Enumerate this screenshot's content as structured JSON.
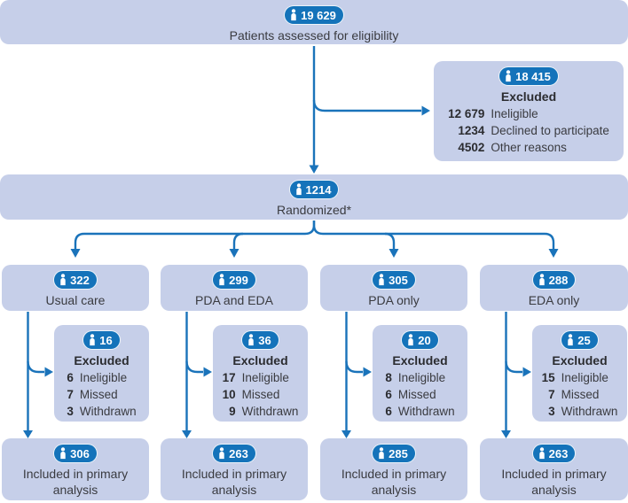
{
  "palette": {
    "box_fill": "#c6cfe9",
    "accent_blue": "#1473ba",
    "text": "#3a3b40"
  },
  "top_box": {
    "count": "19 629",
    "label": "Patients assessed for eligibility"
  },
  "excluded_top": {
    "count": "18 415",
    "title": "Excluded",
    "rows": [
      {
        "n": "12 679",
        "reason": "Ineligible"
      },
      {
        "n": "1234",
        "reason": "Declined to participate"
      },
      {
        "n": "4502",
        "reason": "Other reasons"
      }
    ]
  },
  "randomized": {
    "count": "1214",
    "label": "Randomized*"
  },
  "arms": [
    {
      "count": "322",
      "label": "Usual care",
      "excluded": {
        "count": "16",
        "title": "Excluded",
        "rows": [
          {
            "n": "6",
            "reason": "Ineligible"
          },
          {
            "n": "7",
            "reason": "Missed"
          },
          {
            "n": "3",
            "reason": "Withdrawn"
          }
        ]
      },
      "included": {
        "count": "306",
        "label": "Included in primary analysis"
      }
    },
    {
      "count": "299",
      "label": "PDA and EDA",
      "excluded": {
        "count": "36",
        "title": "Excluded",
        "rows": [
          {
            "n": "17",
            "reason": "Ineligible"
          },
          {
            "n": "10",
            "reason": "Missed"
          },
          {
            "n": "9",
            "reason": "Withdrawn"
          }
        ]
      },
      "included": {
        "count": "263",
        "label": "Included in primary analysis"
      }
    },
    {
      "count": "305",
      "label": "PDA only",
      "excluded": {
        "count": "20",
        "title": "Excluded",
        "rows": [
          {
            "n": "8",
            "reason": "Ineligible"
          },
          {
            "n": "6",
            "reason": "Missed"
          },
          {
            "n": "6",
            "reason": "Withdrawn"
          }
        ]
      },
      "included": {
        "count": "285",
        "label": "Included in primary analysis"
      }
    },
    {
      "count": "288",
      "label": "EDA only",
      "excluded": {
        "count": "25",
        "title": "Excluded",
        "rows": [
          {
            "n": "15",
            "reason": "Ineligible"
          },
          {
            "n": "7",
            "reason": "Missed"
          },
          {
            "n": "3",
            "reason": "Withdrawn"
          }
        ]
      },
      "included": {
        "count": "263",
        "label": "Included in primary analysis"
      }
    }
  ]
}
